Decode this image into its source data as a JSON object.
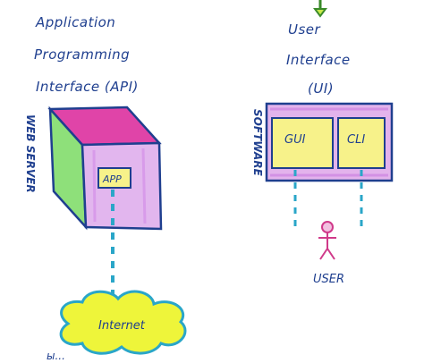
{
  "api_section": {
    "title_lines": [
      "Application",
      "Programming",
      "Interface (API)"
    ],
    "side_label": "WEB SERVER",
    "app_label": "APP"
  },
  "ui_section": {
    "title_lines": [
      "User",
      "Interface",
      "(UI)"
    ],
    "side_label": "SOFTWARE",
    "gui_label": "GUI",
    "cli_label": "CLI",
    "user_label": "USER"
  },
  "cloud": {
    "label": "Internet"
  },
  "bottom_scribble": "ы..."
}
